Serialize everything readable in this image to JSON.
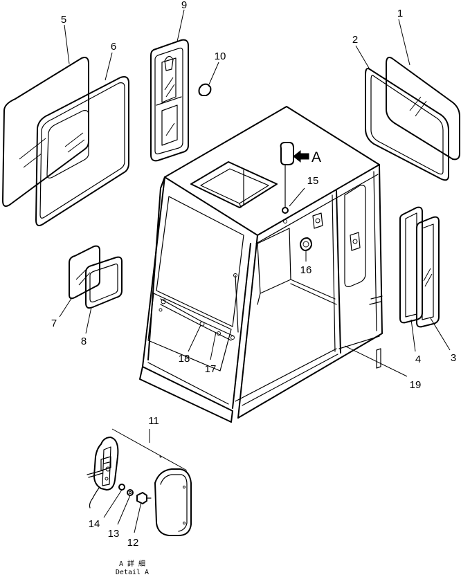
{
  "labels": {
    "p1": "1",
    "p2": "2",
    "p3": "3",
    "p4": "4",
    "p5": "5",
    "p6": "6",
    "p7": "7",
    "p8": "8",
    "p9": "9",
    "p10": "10",
    "p11": "11",
    "p12": "12",
    "p13": "13",
    "p14": "14",
    "p15": "15",
    "p16": "16",
    "p17": "17",
    "p18": "18",
    "p19": "19"
  },
  "view_marker": "A",
  "detail_caption_jp": "A 詳 細",
  "detail_caption_en": "Detail A"
}
